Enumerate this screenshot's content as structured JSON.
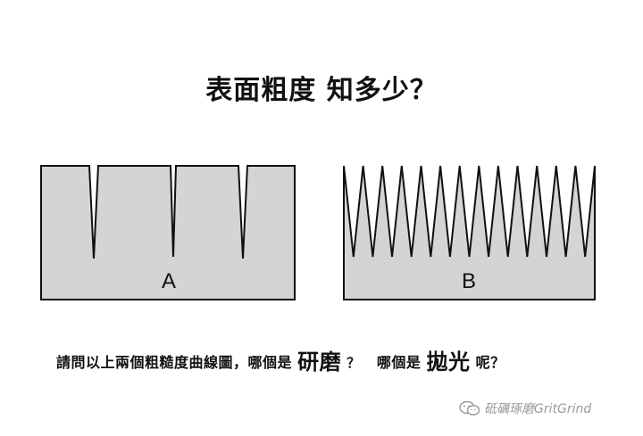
{
  "title": "表面粗度 知多少？",
  "panels": [
    {
      "label": "A",
      "profile": "few-deep-narrow-notches"
    },
    {
      "label": "B",
      "profile": "many-sharp-peaks"
    }
  ],
  "question": {
    "part1": "請問以上兩個粗糙度曲線圖，哪個是",
    "term1": "研磨",
    "q1": "？",
    "part2": "哪個是",
    "term2": "拋光",
    "part3": "呢？"
  },
  "watermark": {
    "text": "砥礪琢磨GritGrind",
    "icon": "wechat-icon"
  },
  "colors": {
    "fill": "#d4d4d4",
    "outline": "#111111",
    "watermark": "#9a9a9a"
  }
}
